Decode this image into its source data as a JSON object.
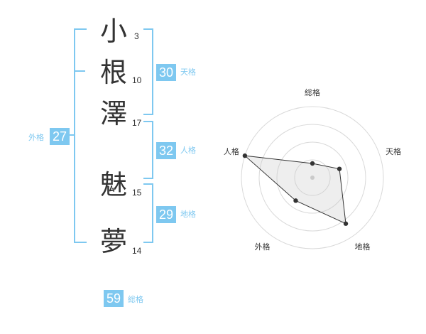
{
  "name_chars": [
    {
      "char": "小",
      "strokes": "3"
    },
    {
      "char": "根",
      "strokes": "10"
    },
    {
      "char": "澤",
      "strokes": "17"
    },
    {
      "char": "魅",
      "strokes": "15"
    },
    {
      "char": "夢",
      "strokes": "14"
    }
  ],
  "scores": {
    "tenkaku": {
      "value": "30",
      "label": "天格"
    },
    "jinkaku": {
      "value": "32",
      "label": "人格"
    },
    "chikaku": {
      "value": "29",
      "label": "地格"
    },
    "gaikaku": {
      "value": "27",
      "label": "外格"
    },
    "soukaku": {
      "value": "59",
      "label": "総格"
    }
  },
  "colors": {
    "accent": "#7ec8f0",
    "text": "#333333",
    "ring": "#d9d9d9"
  },
  "chart_data": {
    "type": "radar",
    "axes": [
      "総格",
      "天格",
      "地格",
      "外格",
      "人格"
    ],
    "values": [
      0.2,
      0.4,
      0.8,
      0.4,
      1.0
    ],
    "ring_levels": 4,
    "range": [
      0,
      1
    ]
  }
}
